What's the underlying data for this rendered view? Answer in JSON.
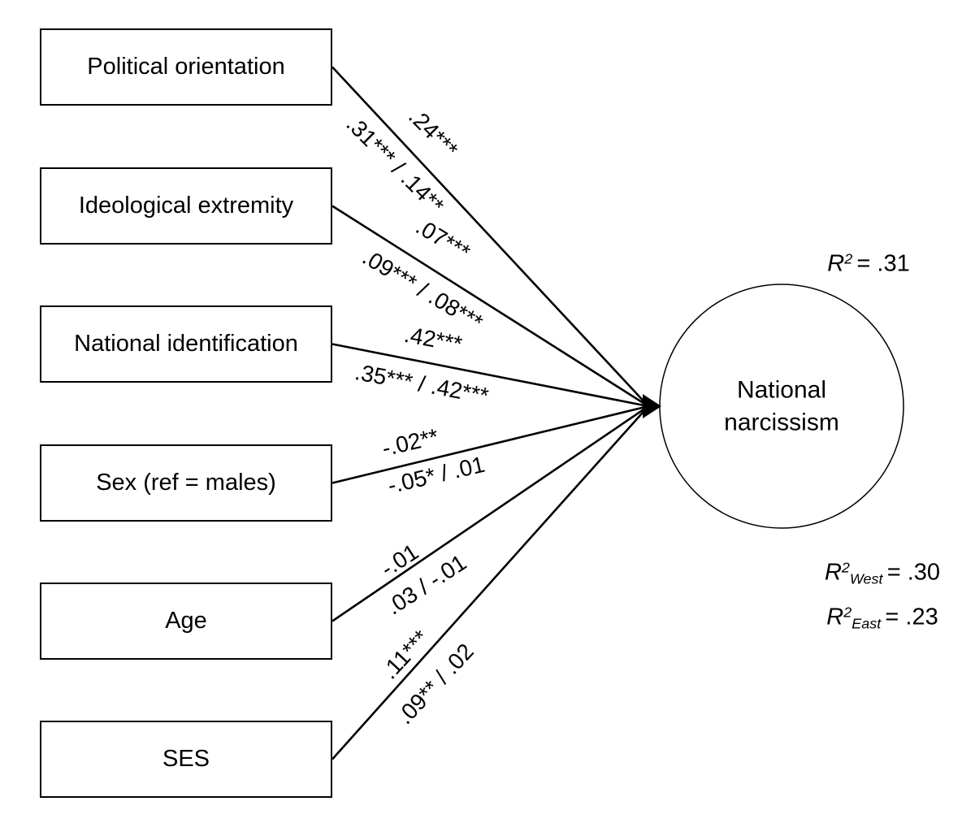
{
  "colors": {
    "ink": "#000000",
    "paper": "#ffffff"
  },
  "predictors": [
    {
      "label": "Political orientation",
      "coef_total": ".24***",
      "coef_west_east": ".31*** / .14**"
    },
    {
      "label": "Ideological extremity",
      "coef_total": ".07***",
      "coef_west_east": ".09*** / .08***"
    },
    {
      "label": "National identification",
      "coef_total": ".42***",
      "coef_west_east": ".35*** / .42***"
    },
    {
      "label": "Sex (ref = males)",
      "coef_total": "-.02**",
      "coef_west_east": "-.05* / .01"
    },
    {
      "label": "Age",
      "coef_total": "-.01",
      "coef_west_east": ".03 / -.01"
    },
    {
      "label": "SES",
      "coef_total": ".11***",
      "coef_west_east": ".09** / .02"
    }
  ],
  "outcome": {
    "label_line1": "National",
    "label_line2": "narcissism"
  },
  "r2": {
    "overall": {
      "symbol": "R",
      "exponent": "2",
      "subscript": "",
      "value": "= .31"
    },
    "west": {
      "symbol": "R",
      "exponent": "2",
      "subscript": "West",
      "value": "= .30"
    },
    "east": {
      "symbol": "R",
      "exponent": "2",
      "subscript": "East",
      "value": "= .23"
    }
  }
}
